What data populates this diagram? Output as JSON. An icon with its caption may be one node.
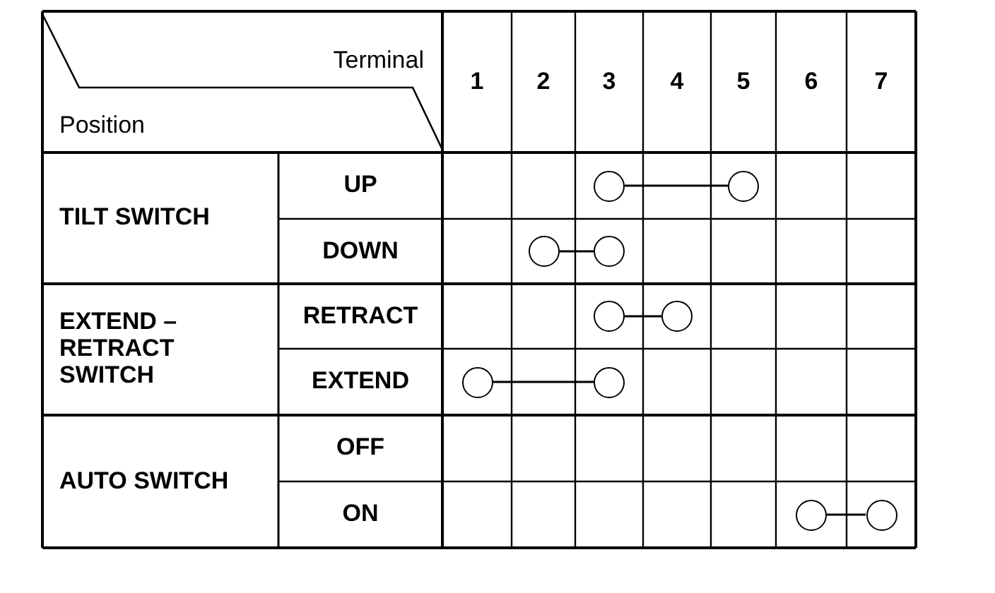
{
  "diagram": {
    "nodes": [
      {
        "text": [],
        "shape": "circle"
      },
      {
        "text": [],
        "shape": "circle"
      },
      {
        "text": [],
        "shape": "circle"
      },
      {
        "text": [],
        "shape": "circle"
      },
      {
        "text": [],
        "shape": "circle"
      },
      {
        "text": [],
        "shape": "circle"
      },
      {
        "text": [],
        "shape": "circle"
      },
      {
        "text": [],
        "shape": "circle"
      },
      {
        "text": [],
        "shape": "circle"
      },
      {
        "text": [],
        "shape": "circle"
      }
    ],
    "edges": [
      {
        "from": 0,
        "to": 1,
        "arrow": "none"
      },
      {
        "from": 2,
        "to": 3,
        "arrow": "none"
      },
      {
        "from": 4,
        "to": 5,
        "arrow": "none"
      },
      {
        "from": 6,
        "to": 7,
        "arrow": "none"
      },
      {
        "from": 8,
        "to": 9,
        "arrow": "none"
      }
    ],
    "labels": [
      "Terminal",
      "Position",
      "1",
      "2",
      "3",
      "4",
      "5",
      "6",
      "7",
      "TILT SWITCH",
      "UP",
      "DOWN",
      "EXTEND – RETRACT SWITCH",
      "RETRACT",
      "EXTEND",
      "AUTO SWITCH",
      "OFF",
      "ON"
    ]
  }
}
